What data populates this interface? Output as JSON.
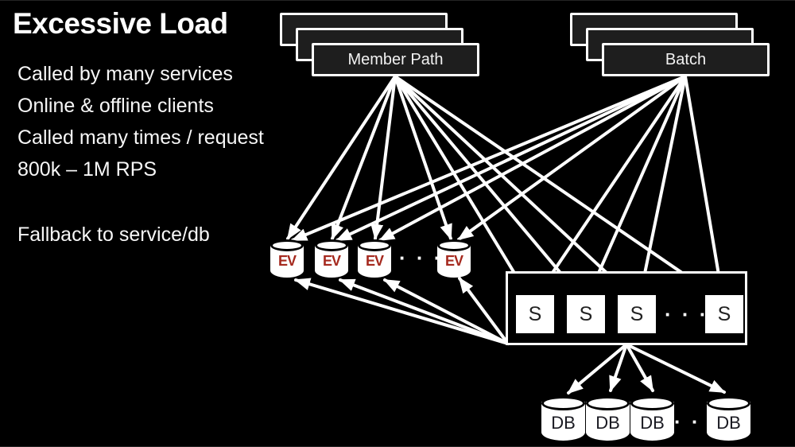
{
  "slide": {
    "title": "Excessive Load",
    "bullets": [
      "Called by many services",
      "Online & offline clients",
      "Called many times / request",
      "800k – 1M RPS",
      "Fallback to service/db"
    ]
  },
  "diagram": {
    "member_path_label": "Member Path",
    "batch_label": "Batch",
    "ev_label": "EV",
    "service_label": "S",
    "db_label": "DB",
    "ellipsis": "· · ·",
    "colors": {
      "background": "#000000",
      "box_fill": "#1e1e1e",
      "outline": "#ffffff",
      "arrow": "#ffffff",
      "ev_logo_red": "#a5291e",
      "node_fill": "#ffffff",
      "node_text": "#1a1a22"
    }
  }
}
